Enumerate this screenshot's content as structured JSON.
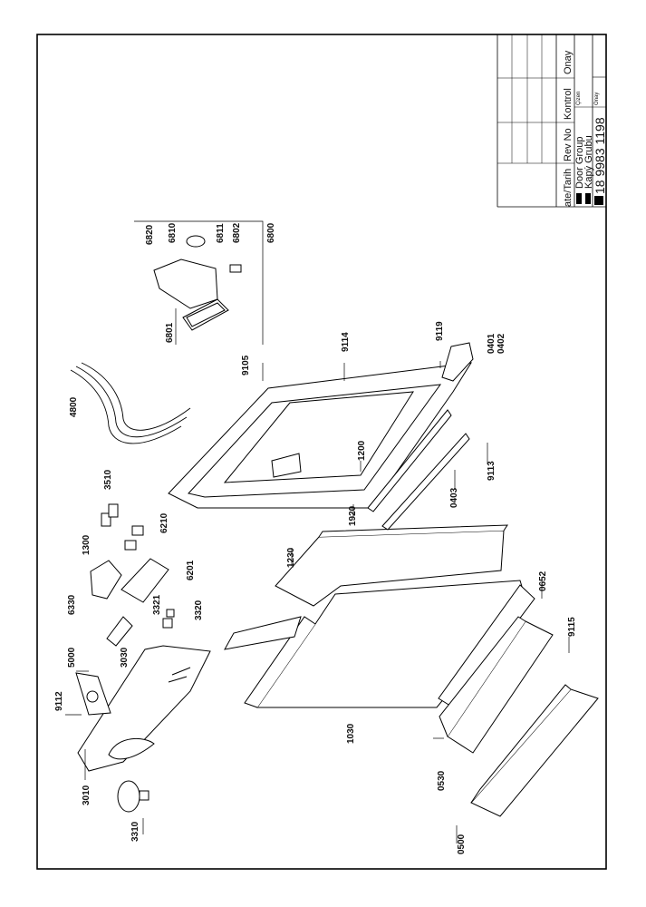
{
  "title_block": {
    "headers": [
      "ate/Tarih",
      "Rev No",
      "Kontrol",
      "Onay"
    ],
    "title_en": "Door Group",
    "title_tr": "Kapý Grubu",
    "drawn_label": "Çizen",
    "approve_label": "Onay",
    "drawing_number": "18 9983 1198"
  },
  "part_labels": {
    "p6820": "6820",
    "p6810": "6810",
    "p6811": "6811",
    "p6802": "6802",
    "p6800": "6800",
    "p6801": "6801",
    "p9119": "9119",
    "p0401": "0401",
    "p0402": "0402",
    "p9114": "9114",
    "p9105": "9105",
    "p4800": "4800",
    "p1200": "1200",
    "p9113": "9113",
    "p0403": "0403",
    "p1920": "1920",
    "p3510": "3510",
    "p6210": "6210",
    "p1300": "1300",
    "p6201": "6201",
    "p6330": "6330",
    "p3321": "3321",
    "p3320": "3320",
    "p1230": "1230",
    "p0652": "0652",
    "p9115": "9115",
    "p5000": "5000",
    "p3030": "3030",
    "p9112": "9112",
    "p1030": "1030",
    "p3010": "3010",
    "p0530": "0530",
    "p3310": "3310",
    "p0500": "0500"
  }
}
